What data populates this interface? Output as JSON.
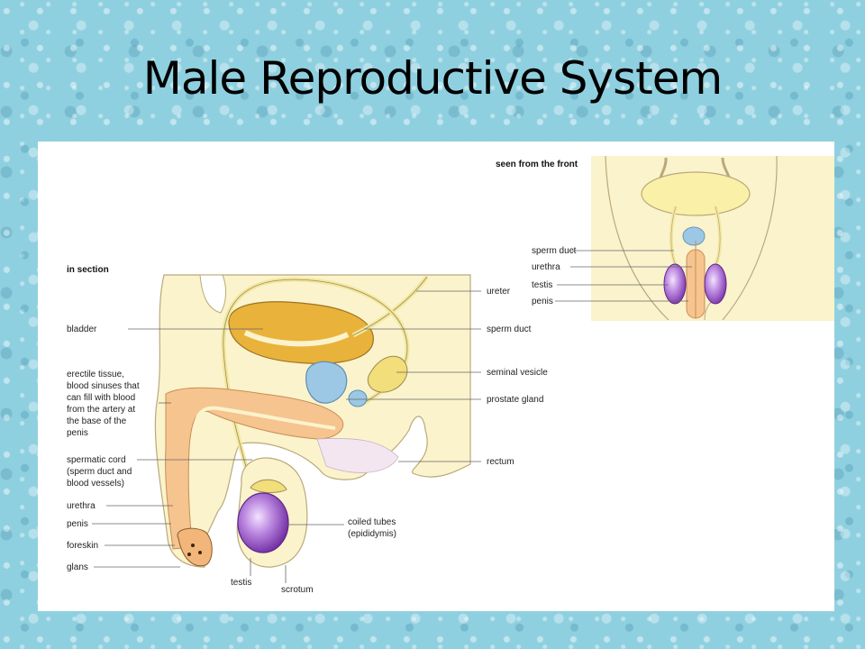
{
  "slide": {
    "title": "Male Reproductive System"
  },
  "section_view": {
    "heading": "in section",
    "left_labels": {
      "bladder": "bladder",
      "erectile_tissue": [
        "erectile tissue,",
        "blood sinuses that",
        "can fill with blood",
        "from the artery at",
        "the base of the",
        "penis"
      ],
      "spermatic_cord": [
        "spermatic cord",
        "(sperm duct and",
        "blood vessels)"
      ],
      "urethra": "urethra",
      "penis": "penis",
      "foreskin": "foreskin",
      "glans": "glans"
    },
    "right_labels": {
      "ureter": "ureter",
      "sperm_duct": "sperm duct",
      "seminal_vesicle": "seminal vesicle",
      "prostate_gland": "prostate gland",
      "rectum": "rectum",
      "coiled_tubes": [
        "coiled tubes",
        "(epididymis)"
      ]
    },
    "bottom_labels": {
      "testis": "testis",
      "scrotum": "scrotum"
    }
  },
  "front_view": {
    "heading": "seen from the front",
    "labels": {
      "sperm_duct": "sperm duct",
      "urethra": "urethra",
      "testis": "testis",
      "penis": "penis"
    }
  },
  "colors": {
    "skin": "#fbf3cc",
    "skin_outline": "#b9a97a",
    "bladder": "#e9b23a",
    "erectile": "#f6c48f",
    "prostate": "#9cc8e6",
    "testis": "#9b59c8",
    "duct": "#f2e7a0"
  }
}
